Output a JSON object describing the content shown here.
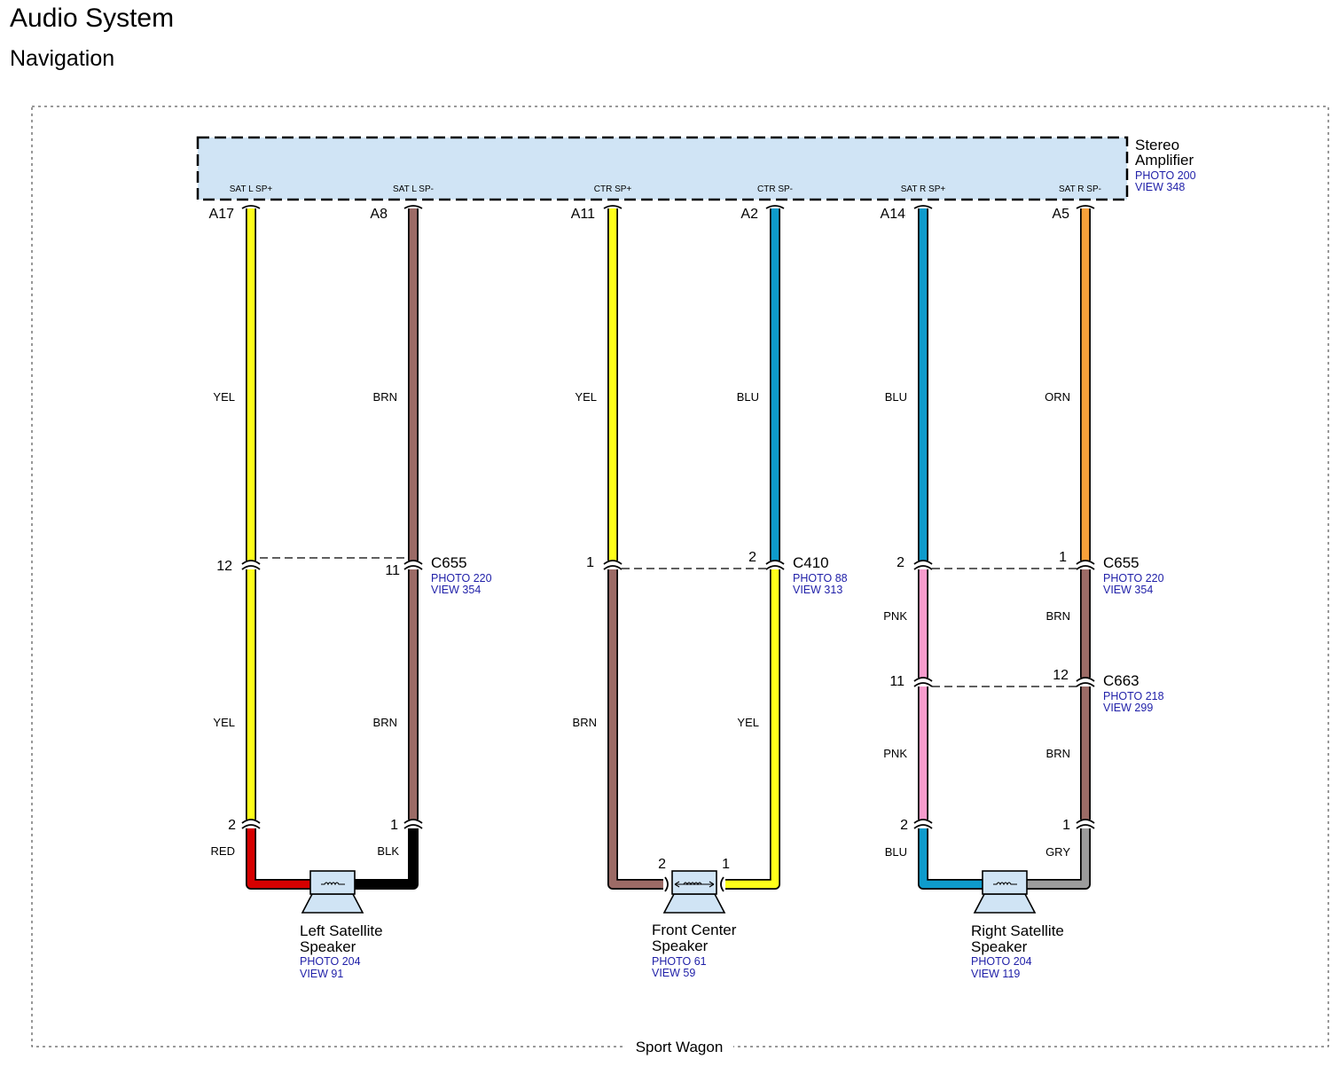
{
  "title": "Audio System",
  "subtitle": "Navigation",
  "footer": "Sport Wagon",
  "amplifier": {
    "name_line1": "Stereo",
    "name_line2": "Amplifier",
    "photo": "PHOTO 200",
    "view": "VIEW 348",
    "pins": [
      {
        "label": "SAT L SP+",
        "pin": "A17"
      },
      {
        "label": "SAT L SP-",
        "pin": "A8"
      },
      {
        "label": "CTR SP+",
        "pin": "A11"
      },
      {
        "label": "CTR SP-",
        "pin": "A2"
      },
      {
        "label": "SAT R SP+",
        "pin": "A14"
      },
      {
        "label": "SAT R SP-",
        "pin": "A5"
      }
    ]
  },
  "wire_colors_upper": [
    "YEL",
    "BRN",
    "YEL",
    "BLU",
    "BLU",
    "ORN"
  ],
  "wire_colors_mid": [
    "YEL",
    "BRN",
    "BRN",
    "YEL",
    "PNK",
    "BRN"
  ],
  "wire_colors_low": [
    "PNK",
    "BRN"
  ],
  "wire_colors_speaker": [
    "RED",
    "BLK",
    "BLU",
    "GRY"
  ],
  "colors": {
    "YEL": "#ffff1a",
    "BRN": "#9c6b66",
    "BLU": "#0e9bcc",
    "ORN": "#f7a03a",
    "PNK": "#f79ccd",
    "RED": "#d60000",
    "BLK": "#000000",
    "GRY": "#9c9c9c",
    "component_fill": "#d0e4f5",
    "reference_text": "#1f1fa8"
  },
  "connectors": {
    "left": {
      "name": "C655",
      "photo": "PHOTO 220",
      "view": "VIEW 354",
      "pin_a": "12",
      "pin_b": "11"
    },
    "center": {
      "name": "C410",
      "photo": "PHOTO 88",
      "view": "VIEW 313",
      "pin_a": "1",
      "pin_b": "2"
    },
    "right_upper": {
      "name": "C655",
      "photo": "PHOTO 220",
      "view": "VIEW 354",
      "pin_a": "2",
      "pin_b": "1"
    },
    "right_lower": {
      "name": "C663",
      "photo": "PHOTO 218",
      "view": "VIEW 299",
      "pin_a": "11",
      "pin_b": "12"
    }
  },
  "speakers": {
    "left": {
      "line1": "Left Satellite",
      "line2": "Speaker",
      "photo": "PHOTO 204",
      "view": "VIEW 91",
      "pin_a": "2",
      "pin_b": "1"
    },
    "center": {
      "line1": "Front Center",
      "line2": "Speaker",
      "photo": "PHOTO 61",
      "view": "VIEW 59",
      "pin_a": "2",
      "pin_b": "1"
    },
    "right": {
      "line1": "Right Satellite",
      "line2": "Speaker",
      "photo": "PHOTO 204",
      "view": "VIEW 119",
      "pin_a": "2",
      "pin_b": "1"
    }
  }
}
